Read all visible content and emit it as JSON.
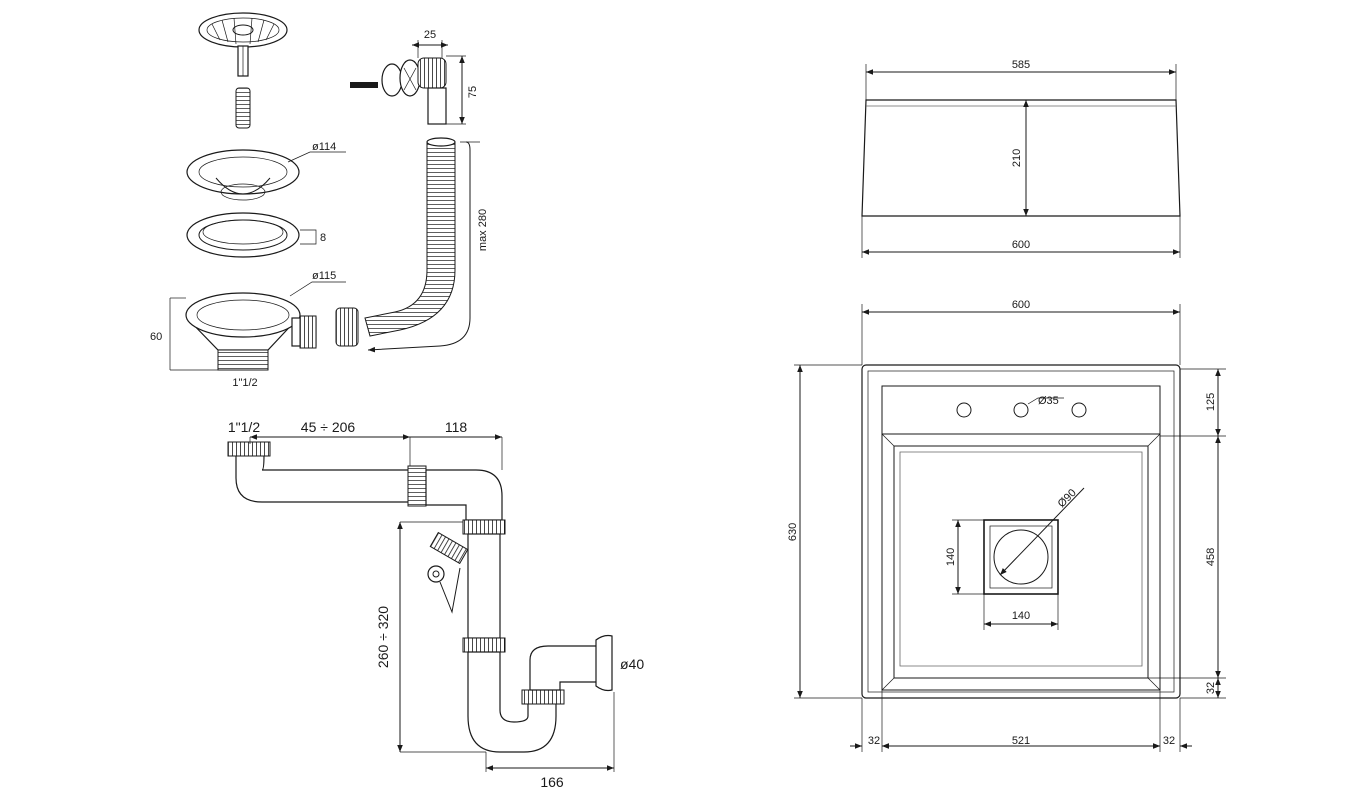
{
  "drawing": {
    "parts_dims": {
      "d25": "25",
      "d75": "75",
      "d114": "ø114",
      "d8": "8",
      "d115": "ø115",
      "d60": "60",
      "d112": "1\"1/2",
      "max280": "max 280"
    },
    "siphon_dims": {
      "thread": "1\"1/2",
      "range_h": "45 ÷ 206",
      "d118": "118",
      "range_v": "260 ÷ 320",
      "d40": "ø40",
      "d166": "166"
    },
    "side_view": {
      "top_width": "585",
      "height": "210",
      "bottom_width": "600"
    },
    "top_view": {
      "width": "600",
      "depth": "630",
      "tap_hole": "Ø35",
      "deck": "125",
      "bowl_depth": "458",
      "rim_bottom": "32",
      "drain": "Ø90",
      "drain_h": "140",
      "drain_w": "140",
      "rim_left": "32",
      "inner_width": "521",
      "rim_right": "32"
    }
  }
}
